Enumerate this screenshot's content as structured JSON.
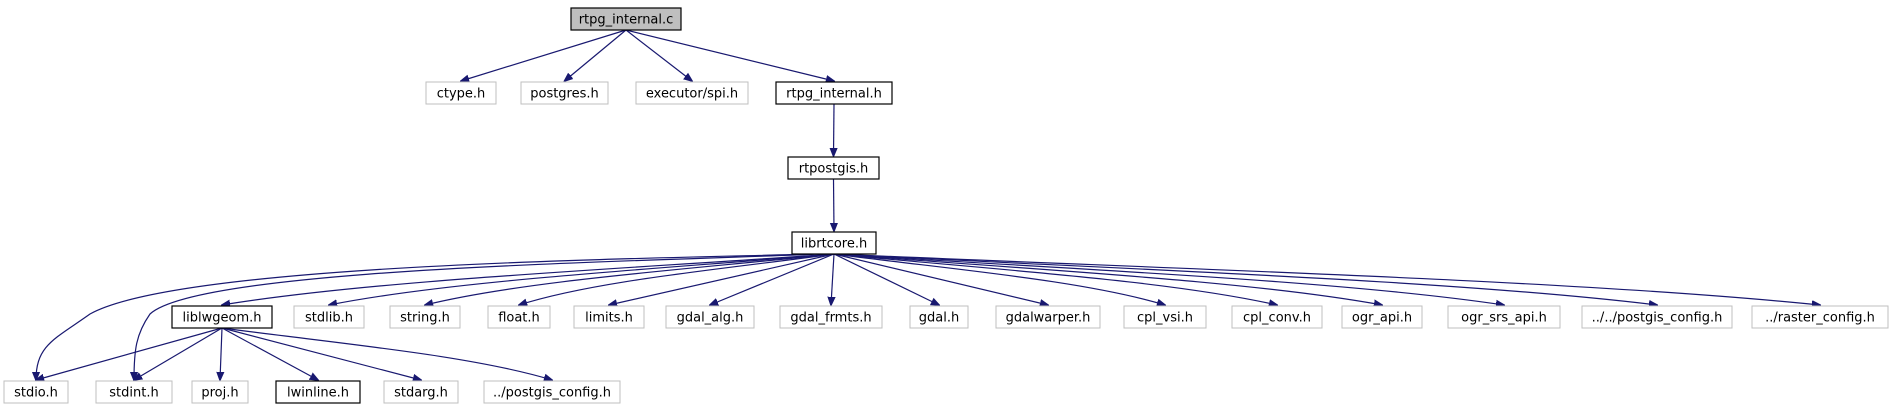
{
  "colors": {
    "edge": "#191970",
    "root_fill": "#bfbfbf",
    "documented_border": "#000000",
    "external_border": "#bfbfbf"
  },
  "nodes": {
    "rtpg_internal_c": "rtpg_internal.c",
    "ctype_h": "ctype.h",
    "postgres_h": "postgres.h",
    "executor_spi_h": "executor/spi.h",
    "rtpg_internal_h": "rtpg_internal.h",
    "rtpostgis_h": "rtpostgis.h",
    "librtcore_h": "librtcore.h",
    "liblwgeom_h": "liblwgeom.h",
    "stdlib_h": "stdlib.h",
    "string_h": "string.h",
    "float_h": "float.h",
    "limits_h": "limits.h",
    "gdal_alg_h": "gdal_alg.h",
    "gdal_frmts_h": "gdal_frmts.h",
    "gdal_h": "gdal.h",
    "gdalwarper_h": "gdalwarper.h",
    "cpl_vsi_h": "cpl_vsi.h",
    "cpl_conv_h": "cpl_conv.h",
    "ogr_api_h": "ogr_api.h",
    "ogr_srs_api_h": "ogr_srs_api.h",
    "postgis_config_up2_h": "../../postgis_config.h",
    "raster_config_h": "../raster_config.h",
    "stdio_h": "stdio.h",
    "stdint_h": "stdint.h",
    "proj_h": "proj.h",
    "lwinline_h": "lwinline.h",
    "stdarg_h": "stdarg.h",
    "postgis_config_up1_h": "../postgis_config.h"
  }
}
